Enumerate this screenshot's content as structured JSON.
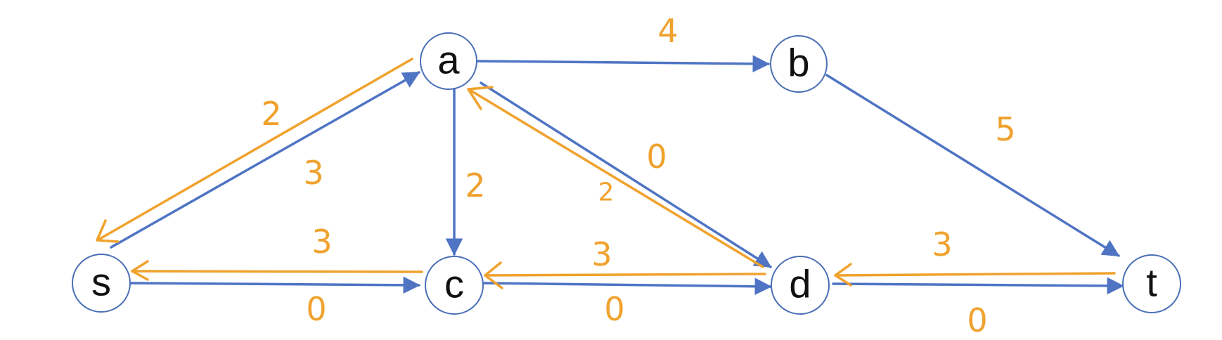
{
  "colors": {
    "node_stroke": "#4a6fb5",
    "forward_edge": "#4f74c4",
    "residual_edge": "#f0a22e",
    "weight_text": "#f0a22e"
  },
  "nodes": [
    {
      "id": "a",
      "label": "a"
    },
    {
      "id": "b",
      "label": "b"
    },
    {
      "id": "s",
      "label": "s"
    },
    {
      "id": "c",
      "label": "c"
    },
    {
      "id": "d",
      "label": "d"
    },
    {
      "id": "t",
      "label": "t"
    }
  ],
  "forward_edges": [
    {
      "from": "s",
      "to": "a",
      "weight": "3"
    },
    {
      "from": "a",
      "to": "b",
      "weight": "4"
    },
    {
      "from": "a",
      "to": "c",
      "weight": "2"
    },
    {
      "from": "a",
      "to": "d",
      "weight": "0"
    },
    {
      "from": "b",
      "to": "t",
      "weight": "5"
    },
    {
      "from": "s",
      "to": "c",
      "weight": "0"
    },
    {
      "from": "c",
      "to": "d",
      "weight": "0"
    },
    {
      "from": "d",
      "to": "t",
      "weight": "0"
    }
  ],
  "residual_edges": [
    {
      "from": "a",
      "to": "s",
      "weight": "2"
    },
    {
      "from": "d",
      "to": "a",
      "weight": "2"
    },
    {
      "from": "c",
      "to": "s",
      "weight": "3"
    },
    {
      "from": "d",
      "to": "c",
      "weight": "3"
    },
    {
      "from": "t",
      "to": "d",
      "weight": "3"
    }
  ]
}
